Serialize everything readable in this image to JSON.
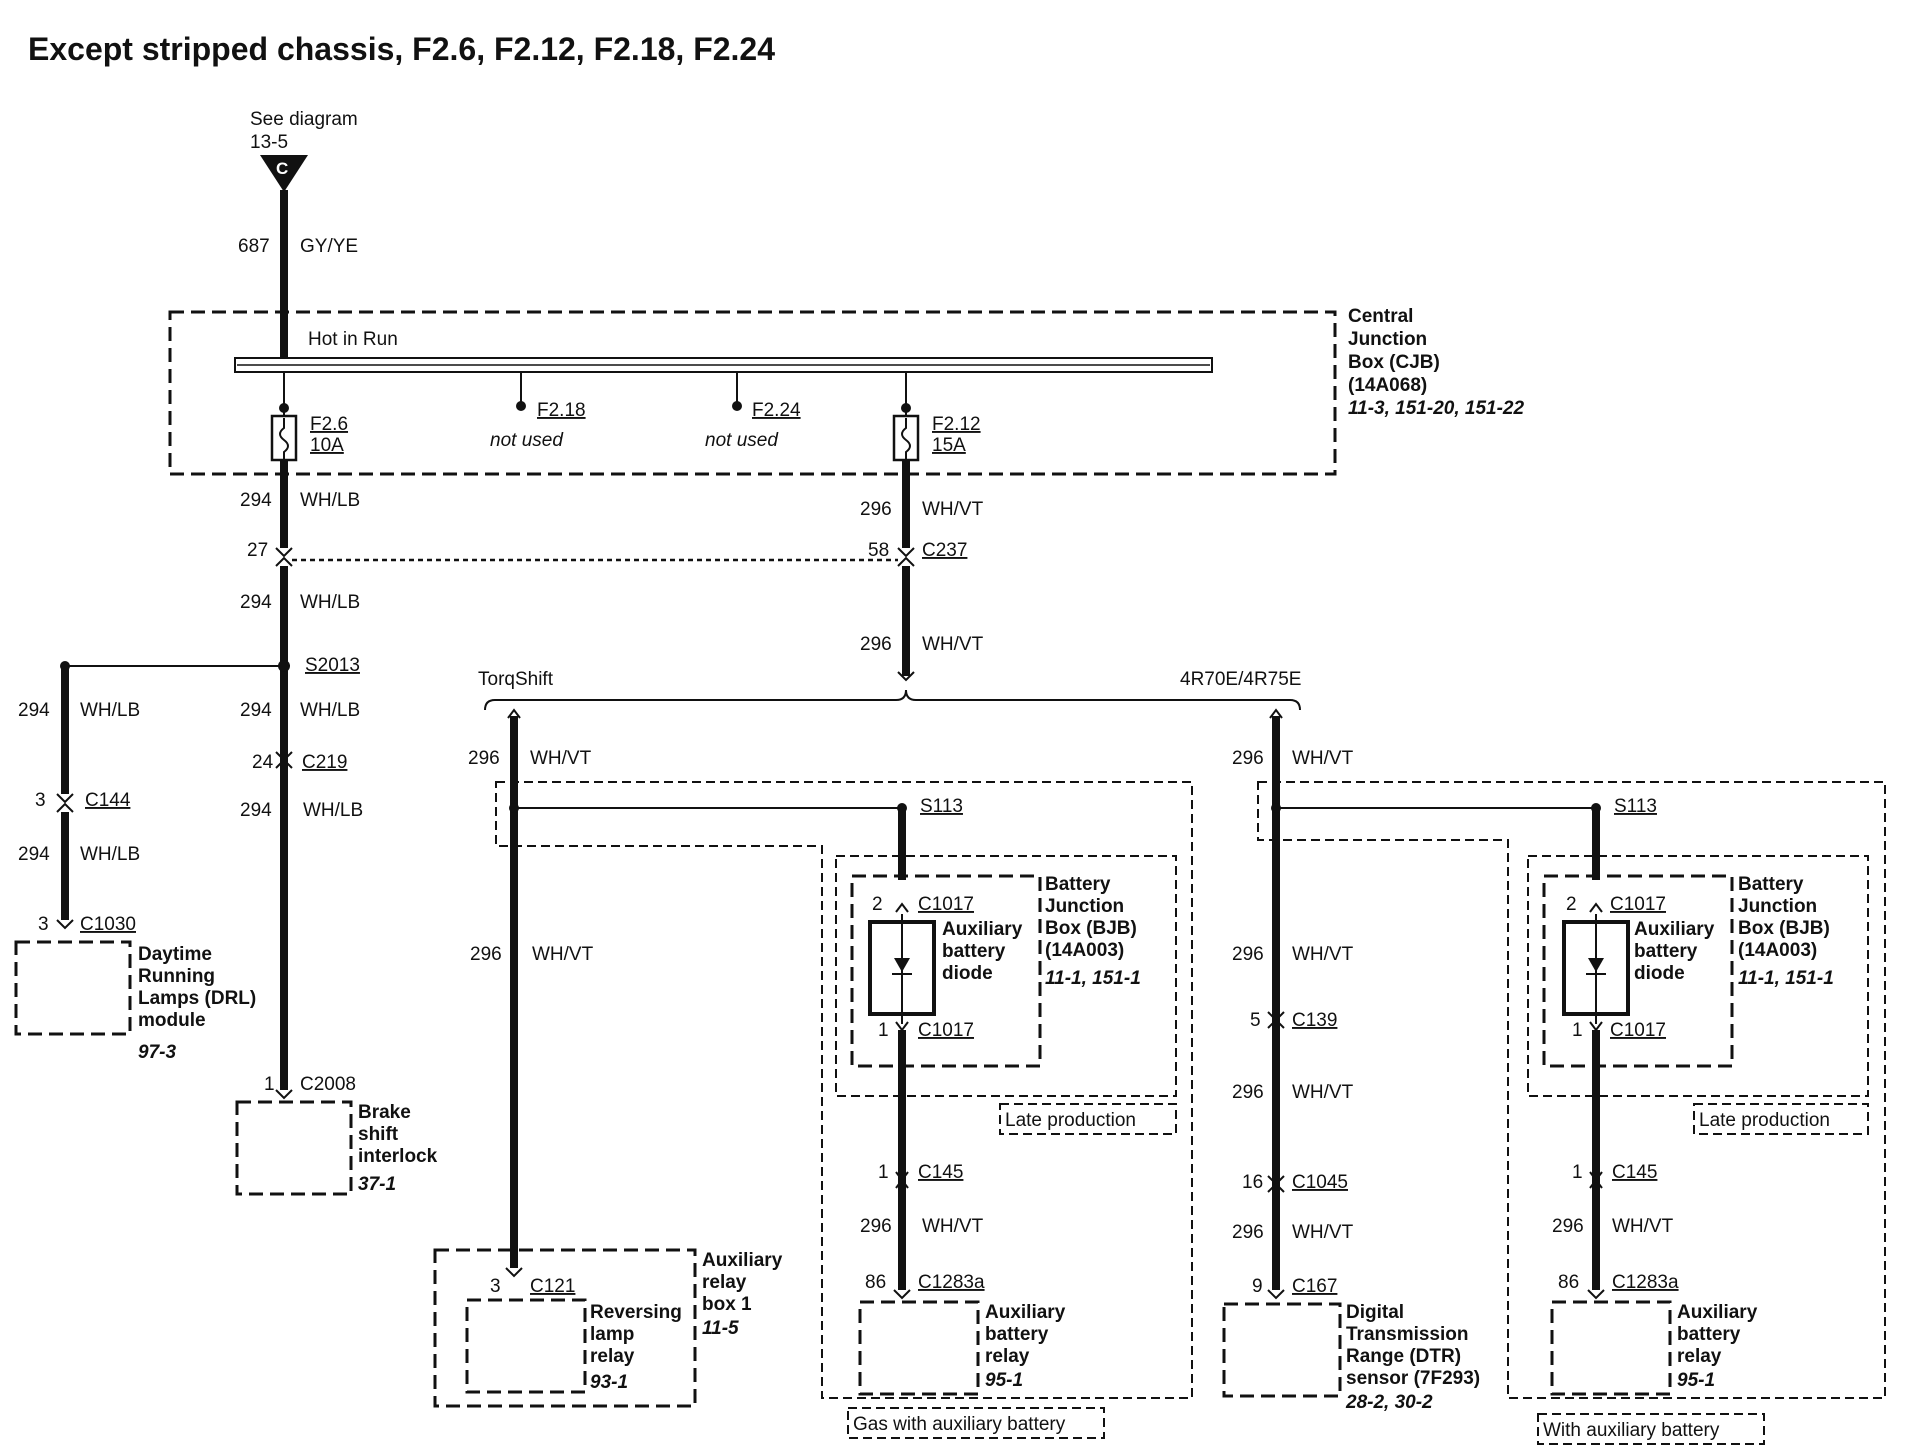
{
  "title": "Except stripped chassis, F2.6, F2.12, F2.18, F2.24",
  "source": {
    "see": "See diagram",
    "ref": "13-5",
    "letter": "C"
  },
  "feed_wire": {
    "circuit": "687",
    "color": "GY/YE"
  },
  "cjb": {
    "bus_label": "Hot in Run",
    "name_lines": [
      "Central",
      "Junction",
      "Box (CJB)",
      "(14A068)"
    ],
    "ref": "11-3, 151-20, 151-22",
    "fuses": [
      {
        "id": "F2.6",
        "rating": "10A"
      },
      {
        "id": "F2.18",
        "rating": "not used"
      },
      {
        "id": "F2.24",
        "rating": "not used"
      },
      {
        "id": "F2.12",
        "rating": "15A"
      }
    ]
  },
  "left_branch": {
    "wire_a": {
      "circuit": "294",
      "color": "WH/LB"
    },
    "c237_pin": "27",
    "wire_b": {
      "circuit": "294",
      "color": "WH/LB"
    },
    "splice": "S2013",
    "drl_wire1": {
      "circuit": "294",
      "color": "WH/LB"
    },
    "c144_pin": "3",
    "c144": "C144",
    "drl_wire2": {
      "circuit": "294",
      "color": "WH/LB"
    },
    "c1030_pin": "3",
    "c1030": "C1030",
    "drl_lines": [
      "Daytime",
      "Running",
      "Lamps (DRL)",
      "module"
    ],
    "drl_ref": "97-3",
    "brake_wire1": {
      "circuit": "294",
      "color": "WH/LB"
    },
    "c219_pin": "24",
    "c219": "C219",
    "brake_wire2": {
      "circuit": "294",
      "color": "WH/LB"
    },
    "c2008_pin": "1",
    "c2008": "C2008",
    "brake_lines": [
      "Brake",
      "shift",
      "interlock"
    ],
    "brake_ref": "37-1"
  },
  "right_branch": {
    "wire_a": {
      "circuit": "296",
      "color": "WH/VT"
    },
    "c237_pin": "58",
    "c237": "C237",
    "wire_b": {
      "circuit": "296",
      "color": "WH/VT"
    },
    "option_left": "TorqShift",
    "option_right": "4R70E/4R75E"
  },
  "torqshift": {
    "wire_top": {
      "circuit": "296",
      "color": "WH/VT"
    },
    "splice": "S113",
    "wire_relay": {
      "circuit": "296",
      "color": "WH/VT"
    },
    "c121_pin": "3",
    "c121": "C121",
    "relay_lines": [
      "Reversing",
      "lamp",
      "relay"
    ],
    "relay_ref": "93-1",
    "arb_lines": [
      "Auxiliary",
      "relay",
      "box 1"
    ],
    "arb_ref": "11-5",
    "bjb_lines": [
      "Battery",
      "Junction",
      "Box (BJB)",
      "(14A003)"
    ],
    "bjb_ref": "11-1, 151-1",
    "c1017_top_pin": "2",
    "c1017_top": "C1017",
    "diode_lines": [
      "Auxiliary",
      "battery",
      "diode"
    ],
    "c1017_bot_pin": "1",
    "c1017_bot": "C1017",
    "late": "Late production",
    "c145_pin": "1",
    "c145": "C145",
    "wire_aux": {
      "circuit": "296",
      "color": "WH/VT"
    },
    "c1283_pin": "86",
    "c1283": "C1283a",
    "aux_relay_lines": [
      "Auxiliary",
      "battery",
      "relay"
    ],
    "aux_relay_ref": "95-1",
    "footer": "Gas with auxiliary battery"
  },
  "r4r70": {
    "wire_top": {
      "circuit": "296",
      "color": "WH/VT"
    },
    "splice": "S113",
    "wire_mid": {
      "circuit": "296",
      "color": "WH/VT"
    },
    "c139_pin": "5",
    "c139": "C139",
    "wire_2": {
      "circuit": "296",
      "color": "WH/VT"
    },
    "c1045_pin": "16",
    "c1045": "C1045",
    "wire_3": {
      "circuit": "296",
      "color": "WH/VT"
    },
    "c167_pin": "9",
    "c167": "C167",
    "dtr_lines": [
      "Digital",
      "Transmission",
      "Range (DTR)",
      "sensor (7F293)"
    ],
    "dtr_ref": "28-2, 30-2",
    "bjb_lines": [
      "Battery",
      "Junction",
      "Box (BJB)",
      "(14A003)"
    ],
    "bjb_ref": "11-1, 151-1",
    "c1017_top_pin": "2",
    "c1017_top": "C1017",
    "diode_lines": [
      "Auxiliary",
      "battery",
      "diode"
    ],
    "c1017_bot_pin": "1",
    "c1017_bot": "C1017",
    "late": "Late production",
    "c145_pin": "1",
    "c145": "C145",
    "wire_aux": {
      "circuit": "296",
      "color": "WH/VT"
    },
    "c1283_pin": "86",
    "c1283": "C1283a",
    "aux_relay_lines": [
      "Auxiliary",
      "battery",
      "relay"
    ],
    "aux_relay_ref": "95-1",
    "footer": "With auxiliary battery"
  }
}
